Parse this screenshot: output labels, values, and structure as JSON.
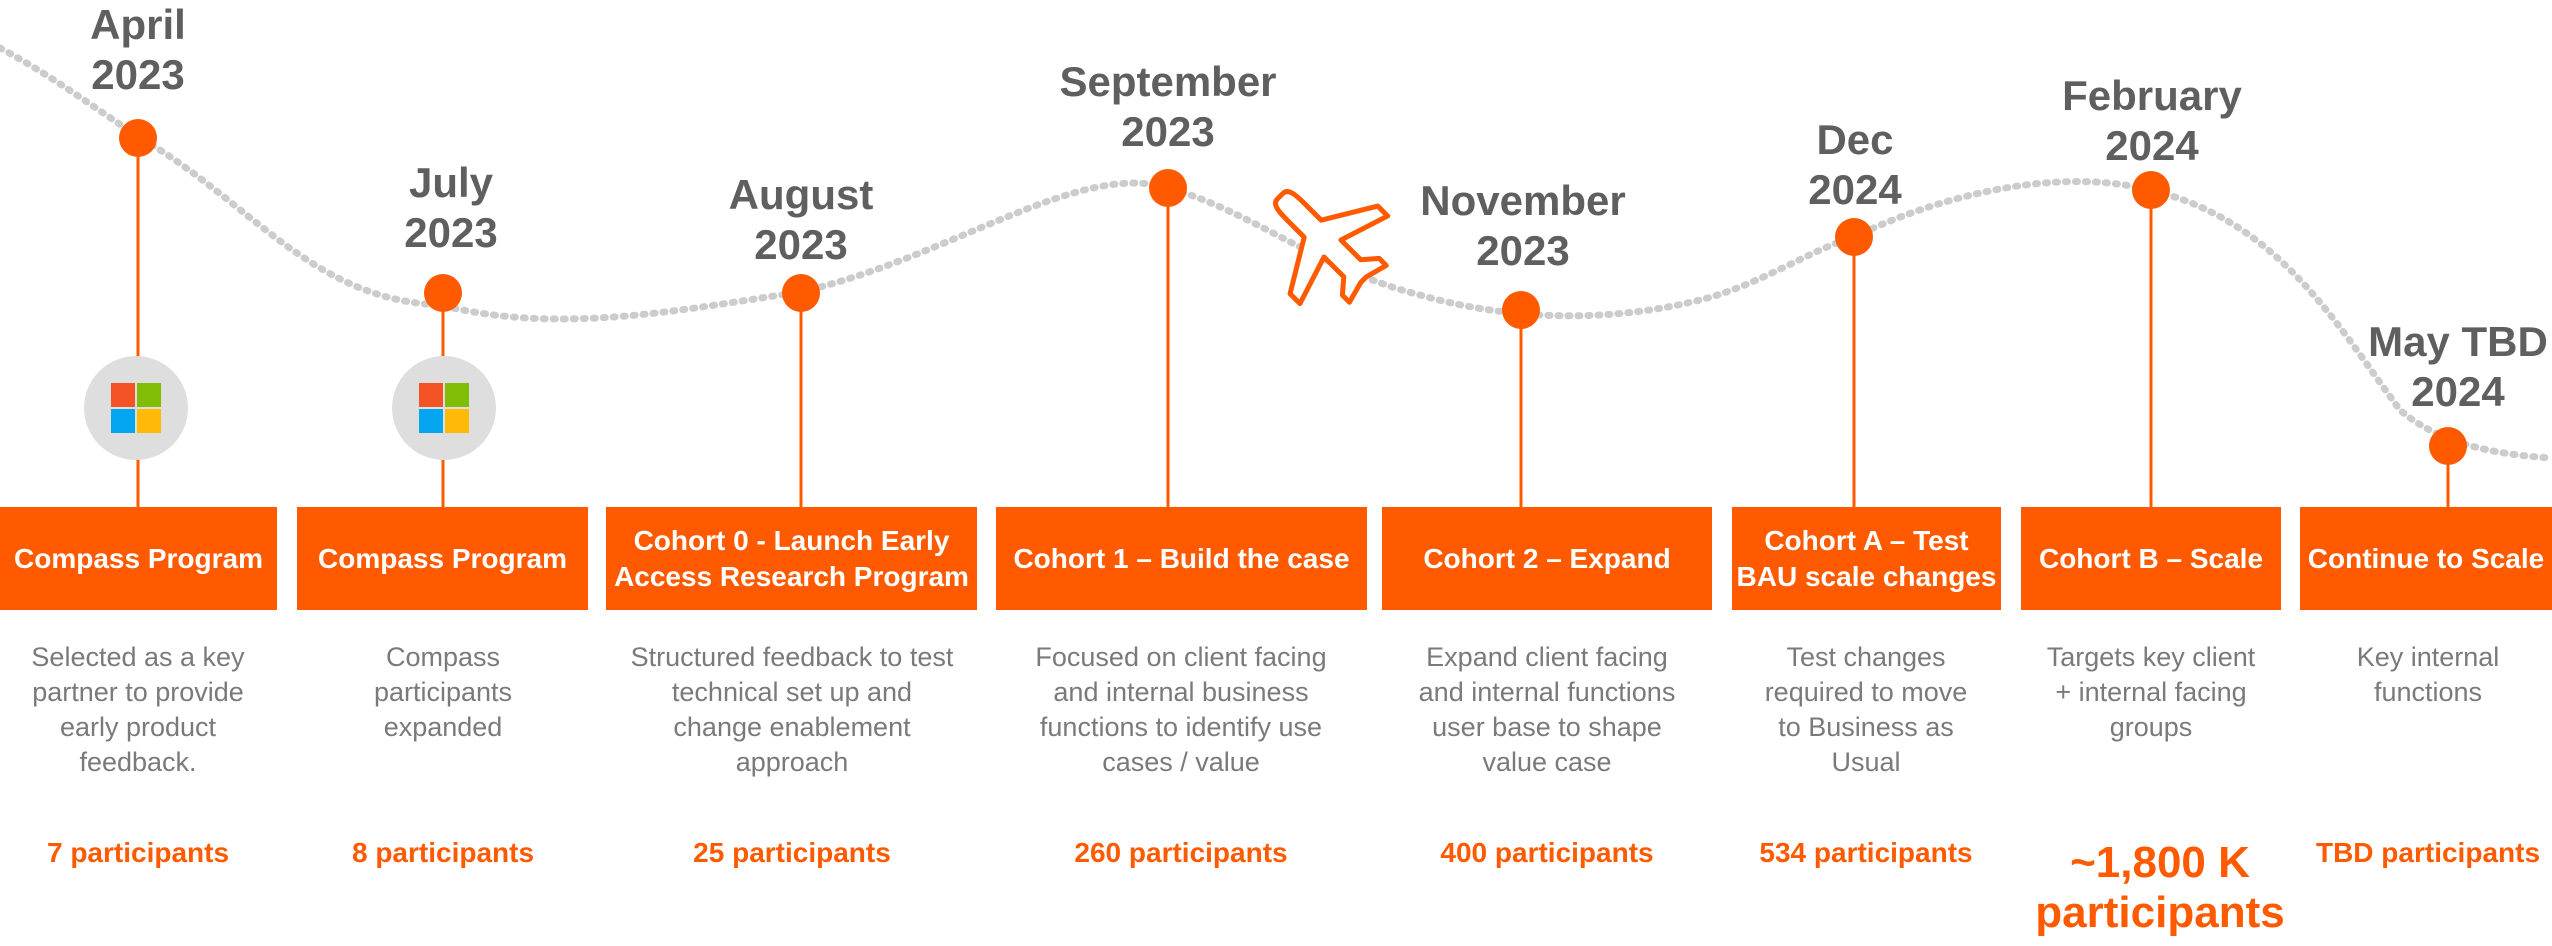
{
  "colors": {
    "accent": "#ff5a00",
    "date_text": "#5f5f5f",
    "description_text": "#7a7a7a",
    "path_dots": "#cccccc",
    "logo_badge_bg": "#dedede",
    "logo_red": "#f35325",
    "logo_green": "#81bc06",
    "logo_blue": "#05a6f0",
    "logo_yellow": "#ffba08"
  },
  "plane_icon": "airplane-icon",
  "milestones": [
    {
      "date": "April\n2023",
      "title": "Compass Program",
      "description": "Selected as a key\npartner to provide\nearly product\nfeedback.",
      "participants": "7 participants",
      "logo": "microsoft-logo-icon"
    },
    {
      "date": "July\n2023",
      "title": "Compass Program",
      "description": "Compass\nparticipants\nexpanded",
      "participants": "8 participants",
      "logo": "microsoft-logo-icon"
    },
    {
      "date": "August\n2023",
      "title": "Cohort 0 - Launch Early\nAccess Research Program",
      "description": "Structured feedback to test\ntechnical set up and\nchange enablement\napproach",
      "participants": "25 participants"
    },
    {
      "date": "September\n2023",
      "title": "Cohort 1 – Build the case",
      "description": "Focused on client facing\nand internal business\nfunctions to identify use\ncases / value",
      "participants": "260 participants"
    },
    {
      "date": "November\n2023",
      "title": "Cohort 2 – Expand",
      "description": "Expand client facing\nand internal functions\nuser base to shape\nvalue case",
      "participants": "400 participants"
    },
    {
      "date": "Dec\n2024",
      "title": "Cohort A – Test\nBAU scale changes",
      "description": "Test changes\nrequired to move\nto Business as\nUsual",
      "participants": "534 participants"
    },
    {
      "date": "February\n2024",
      "title": "Cohort B – Scale",
      "description": "Targets key client\n+ internal facing\ngroups",
      "participants": "~1,800 K\nparticipants"
    },
    {
      "date": "May TBD\n2024",
      "title": "Continue to Scale",
      "description": "Key internal\nfunctions",
      "participants": "TBD participants"
    }
  ]
}
